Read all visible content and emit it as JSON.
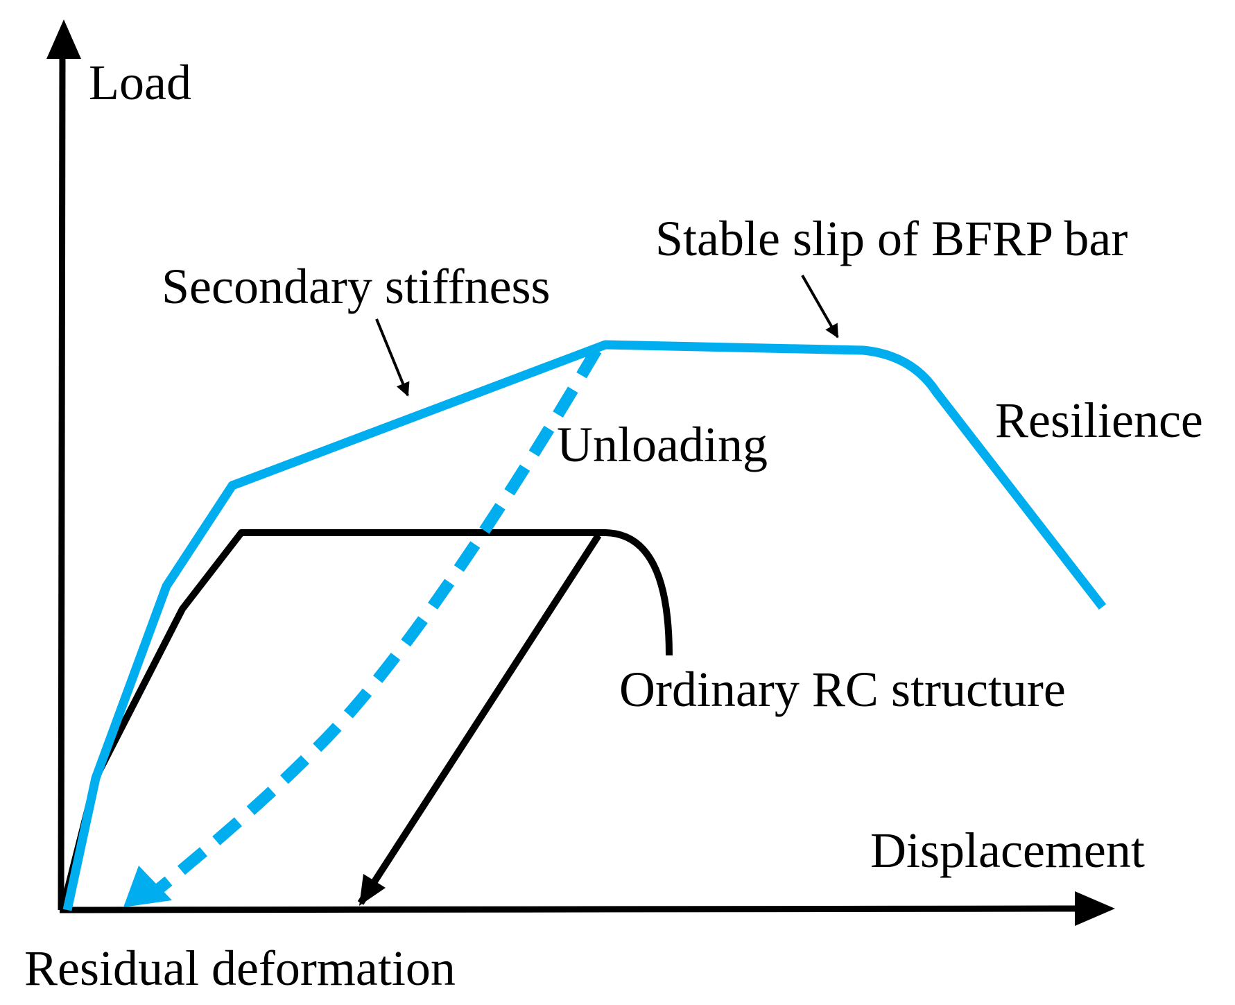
{
  "colors": {
    "bfrp": "#00aeef",
    "rc": "#000000",
    "axis": "#000000",
    "background": "#ffffff"
  },
  "labels": {
    "y_axis": "Load",
    "x_axis": "Displacement",
    "secondary_stiffness": "Secondary stiffness",
    "stable_slip": "Stable slip of BFRP bar",
    "unloading": "Unloading",
    "resilience": "Resilience",
    "ordinary_rc": "Ordinary RC structure",
    "residual_deformation": "Residual deformation"
  }
}
